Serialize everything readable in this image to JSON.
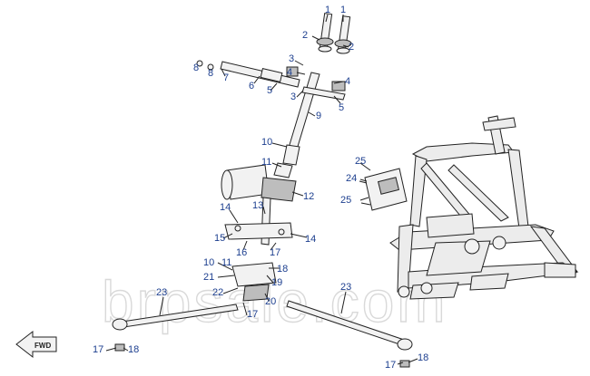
{
  "diagram": {
    "watermark": "brpsale.com",
    "direction_marker": "FWD",
    "colors": {
      "label": "#1d3f8f",
      "line": "#222222",
      "part_fill": "#f2f2f2",
      "watermark": "#d9d9d9"
    },
    "callouts": [
      {
        "id": "c1a",
        "text": "1"
      },
      {
        "id": "c1b",
        "text": "1"
      },
      {
        "id": "c2a",
        "text": "2"
      },
      {
        "id": "c2b",
        "text": "2"
      },
      {
        "id": "c3a",
        "text": "3"
      },
      {
        "id": "c3b",
        "text": "3"
      },
      {
        "id": "c4a",
        "text": "4"
      },
      {
        "id": "c4b",
        "text": "4"
      },
      {
        "id": "c5a",
        "text": "5"
      },
      {
        "id": "c5b",
        "text": "5"
      },
      {
        "id": "c6",
        "text": "6"
      },
      {
        "id": "c7",
        "text": "7"
      },
      {
        "id": "c8a",
        "text": "8"
      },
      {
        "id": "c8b",
        "text": "8"
      },
      {
        "id": "c9",
        "text": "9"
      },
      {
        "id": "c10a",
        "text": "10"
      },
      {
        "id": "c10b",
        "text": "10"
      },
      {
        "id": "c11a",
        "text": "11"
      },
      {
        "id": "c11b",
        "text": "11"
      },
      {
        "id": "c12",
        "text": "12"
      },
      {
        "id": "c13",
        "text": "13"
      },
      {
        "id": "c14a",
        "text": "14"
      },
      {
        "id": "c14b",
        "text": "14"
      },
      {
        "id": "c15",
        "text": "15"
      },
      {
        "id": "c16",
        "text": "16"
      },
      {
        "id": "c17a",
        "text": "17"
      },
      {
        "id": "c17b",
        "text": "17"
      },
      {
        "id": "c17c",
        "text": "17"
      },
      {
        "id": "c17d",
        "text": "17"
      },
      {
        "id": "c18a",
        "text": "18"
      },
      {
        "id": "c18b",
        "text": "18"
      },
      {
        "id": "c18c",
        "text": "18"
      },
      {
        "id": "c19",
        "text": "19"
      },
      {
        "id": "c20",
        "text": "20"
      },
      {
        "id": "c21",
        "text": "21"
      },
      {
        "id": "c22",
        "text": "22"
      },
      {
        "id": "c23a",
        "text": "23"
      },
      {
        "id": "c23b",
        "text": "23"
      },
      {
        "id": "c24",
        "text": "24"
      },
      {
        "id": "c25a",
        "text": "25"
      },
      {
        "id": "c25b",
        "text": "25"
      }
    ]
  }
}
